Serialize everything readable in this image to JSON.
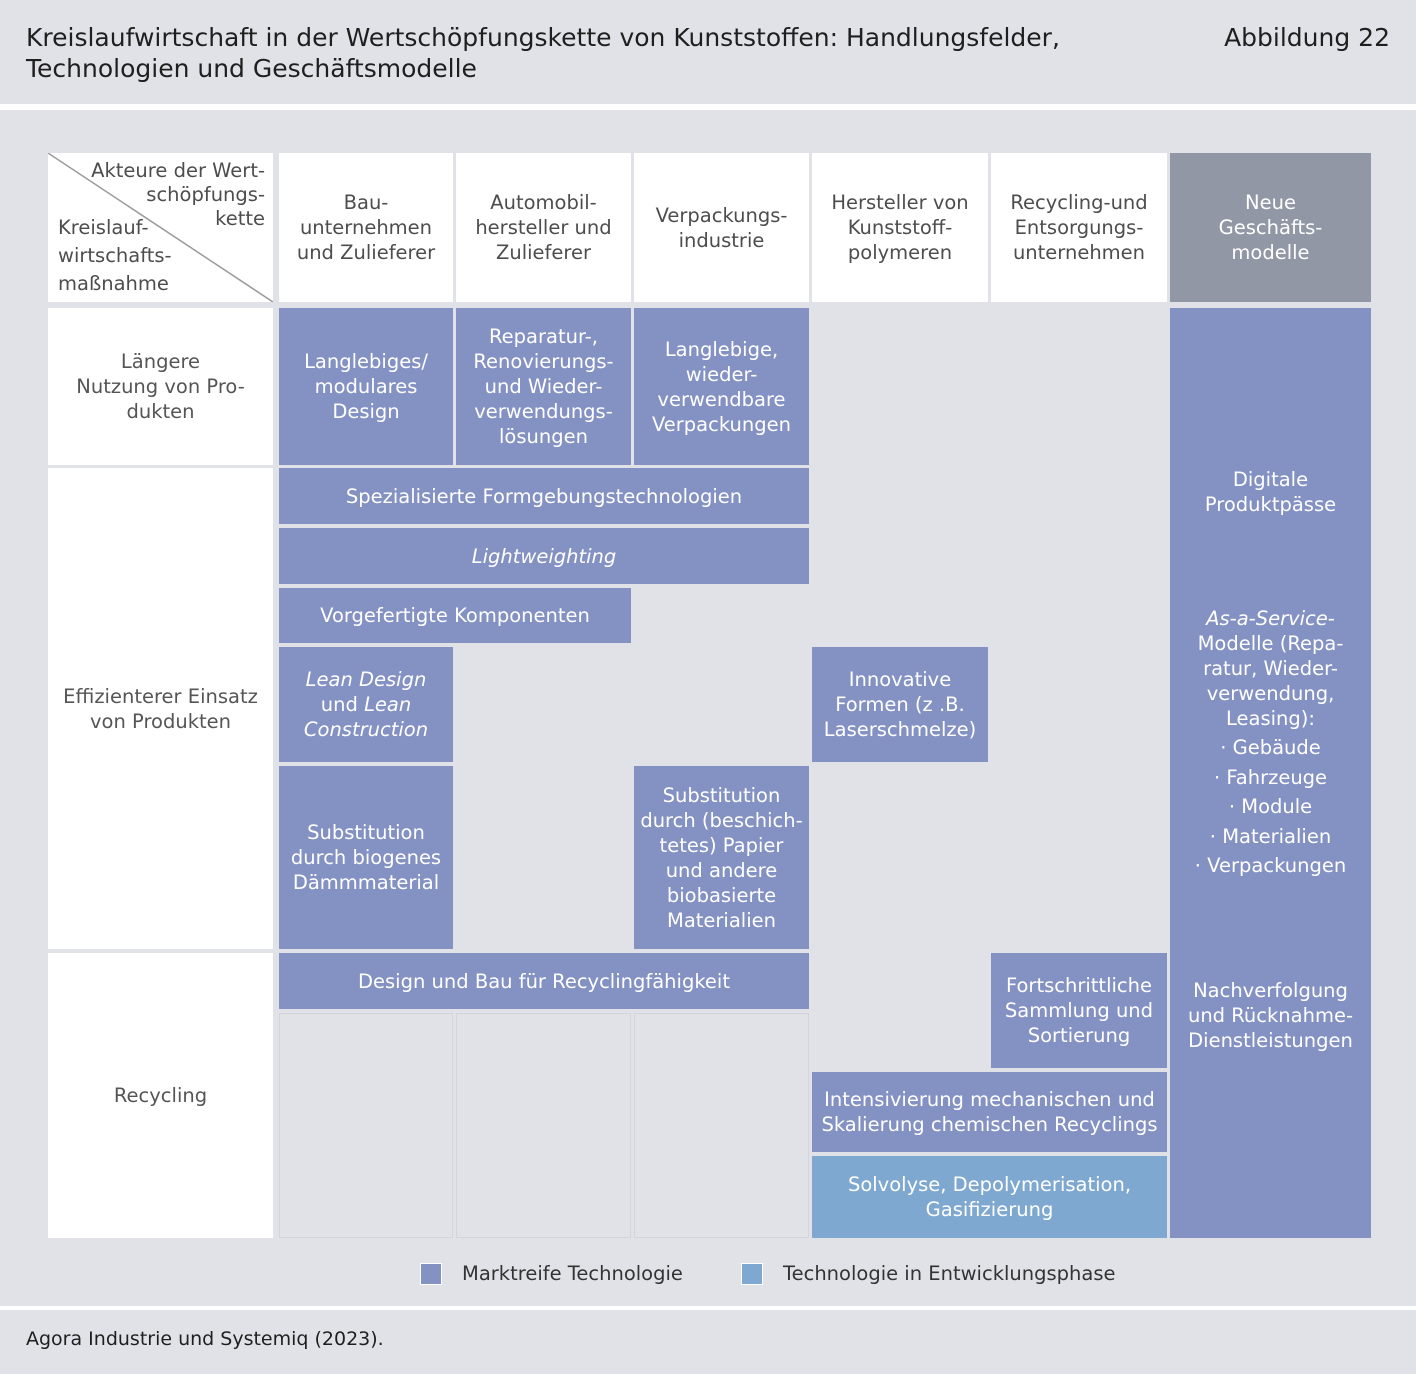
{
  "header": {
    "title": "Kreislaufwirtschaft in der Wertschöpfungskette von Kunststoffen: Handlungsfelder, Technologien und Geschäftsmodelle",
    "figure_number": "Abbildung 22"
  },
  "corner": {
    "actors_label": "Akteure der Wert-\nschöpfungs-\nkette",
    "measures_label": "Kreislauf-\nwirtschafts-\nmaßnahme"
  },
  "columns": {
    "bau": "Bau-\nunternehmen\nund Zulieferer",
    "auto": "Automobil-\nhersteller und\nZulieferer",
    "verpackung": "Verpackungs-\nindustrie",
    "polymer": "Hersteller von\nKunststoff-\npolymeren",
    "recycling": "Recycling-und\nEntsorgungs-\nunternehmen",
    "neu": "Neue\nGeschäfts-\nmodelle"
  },
  "rows": {
    "nutzung": "Längere\nNutzung von Pro-\ndukten",
    "effizienz": "Effizienterer Einsatz\nvon Produkten",
    "recycling": "Recycling"
  },
  "cells": {
    "langlebiges_design": "Langlebiges/\nmodulares\nDesign",
    "reparatur": "Reparatur-,\nRenovierungs-\nund Wieder-\nverwendungs-\nlösungen",
    "langlebige_verpackungen": "Langlebige,\nwieder-\nverwendbare\nVerpackungen",
    "formgebung": "Spezialisierte Formgebungstechnologien",
    "lightweighting": "Lightweighting",
    "vorgefertigt": "Vorgefertigte Komponenten",
    "lean_1": "Lean Design",
    "lean_2": "und",
    "lean_3": "Lean",
    "lean_4": "Construction",
    "innovative_formen": "Innovative\nFormen (z .B.\nLaserschmelze)",
    "daemmmaterial": "Substitution\ndurch biogenes\nDämmmaterial",
    "papier": "Substitution\ndurch (beschich-\ntetes) Papier\nund andere\nbiobasierte\nMaterialien",
    "design_recycling": "Design und Bau für Recyclingfähigkeit",
    "sammlung": "Fortschrittliche\nSammlung und\nSortierung",
    "intensivierung": "Intensivierung mechanischen und\nSkalierung chemischen Recyclings",
    "solvolyse": "Solvolyse, Depolymerisation,\nGasifizierung"
  },
  "business_models": {
    "produktpaesse": "Digitale\nProduktpässe",
    "service_1": "As-a-Service-",
    "service_2": "Modelle (Repa-\nratur, Wieder-\nverwendung,\nLeasing):",
    "items": [
      "· Gebäude",
      "· Fahrzeuge",
      "· Module",
      "· Materialien",
      "· Verpackungen"
    ],
    "nachverfolgung": "Nachverfolgung\nund Rücknahme-\nDienstleistungen"
  },
  "legend": {
    "market_ready": "Marktreife Technologie",
    "in_development": "Technologie in Entwicklungsphase"
  },
  "source": "Agora Industrie und Systemiq (2023).",
  "colors": {
    "market_ready": "#8491c3",
    "in_development": "#7ea8d0",
    "new_business_header": "#9197a5",
    "background": "#e1e2e8"
  }
}
